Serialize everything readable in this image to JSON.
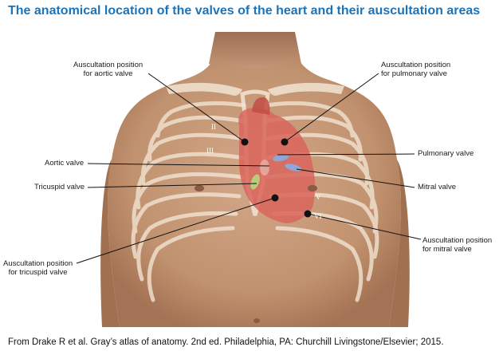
{
  "title": "The anatomical location of the valves of the heart and their auscultation areas",
  "labels": {
    "aortic_auscultation": [
      "Auscultation position",
      "for aortic valve"
    ],
    "pulmonary_auscultation": [
      "Auscultation position",
      "for pulmonary valve"
    ],
    "aortic_valve": "Aortic valve",
    "tricuspid_valve": "Tricuspid valve",
    "pulmonary_valve": "Pulmonary valve",
    "mitral_valve": "Mitral valve",
    "mitral_auscultation": [
      "Auscultation position",
      "for mitral valve"
    ],
    "tricuspid_auscultation": [
      "Auscultation position",
      "for tricuspid valve"
    ]
  },
  "rib_numerals": [
    "II",
    "III",
    "V",
    "VI"
  ],
  "credit": "From Drake R et al. Gray’s atlas of anatomy. 2nd ed. Philadelphia, PA: Churchill Livingstone/Elsevier; 2015.",
  "colors": {
    "title": "#1b74bb",
    "skin": "#c79b7d",
    "skin_shadow": "#a97a5c",
    "bone": "#f2e4d2",
    "heart": "#d9655c",
    "valve_blue": "#8fa6d6",
    "valve_green": "#b9cc7a",
    "leader": "#111111"
  }
}
